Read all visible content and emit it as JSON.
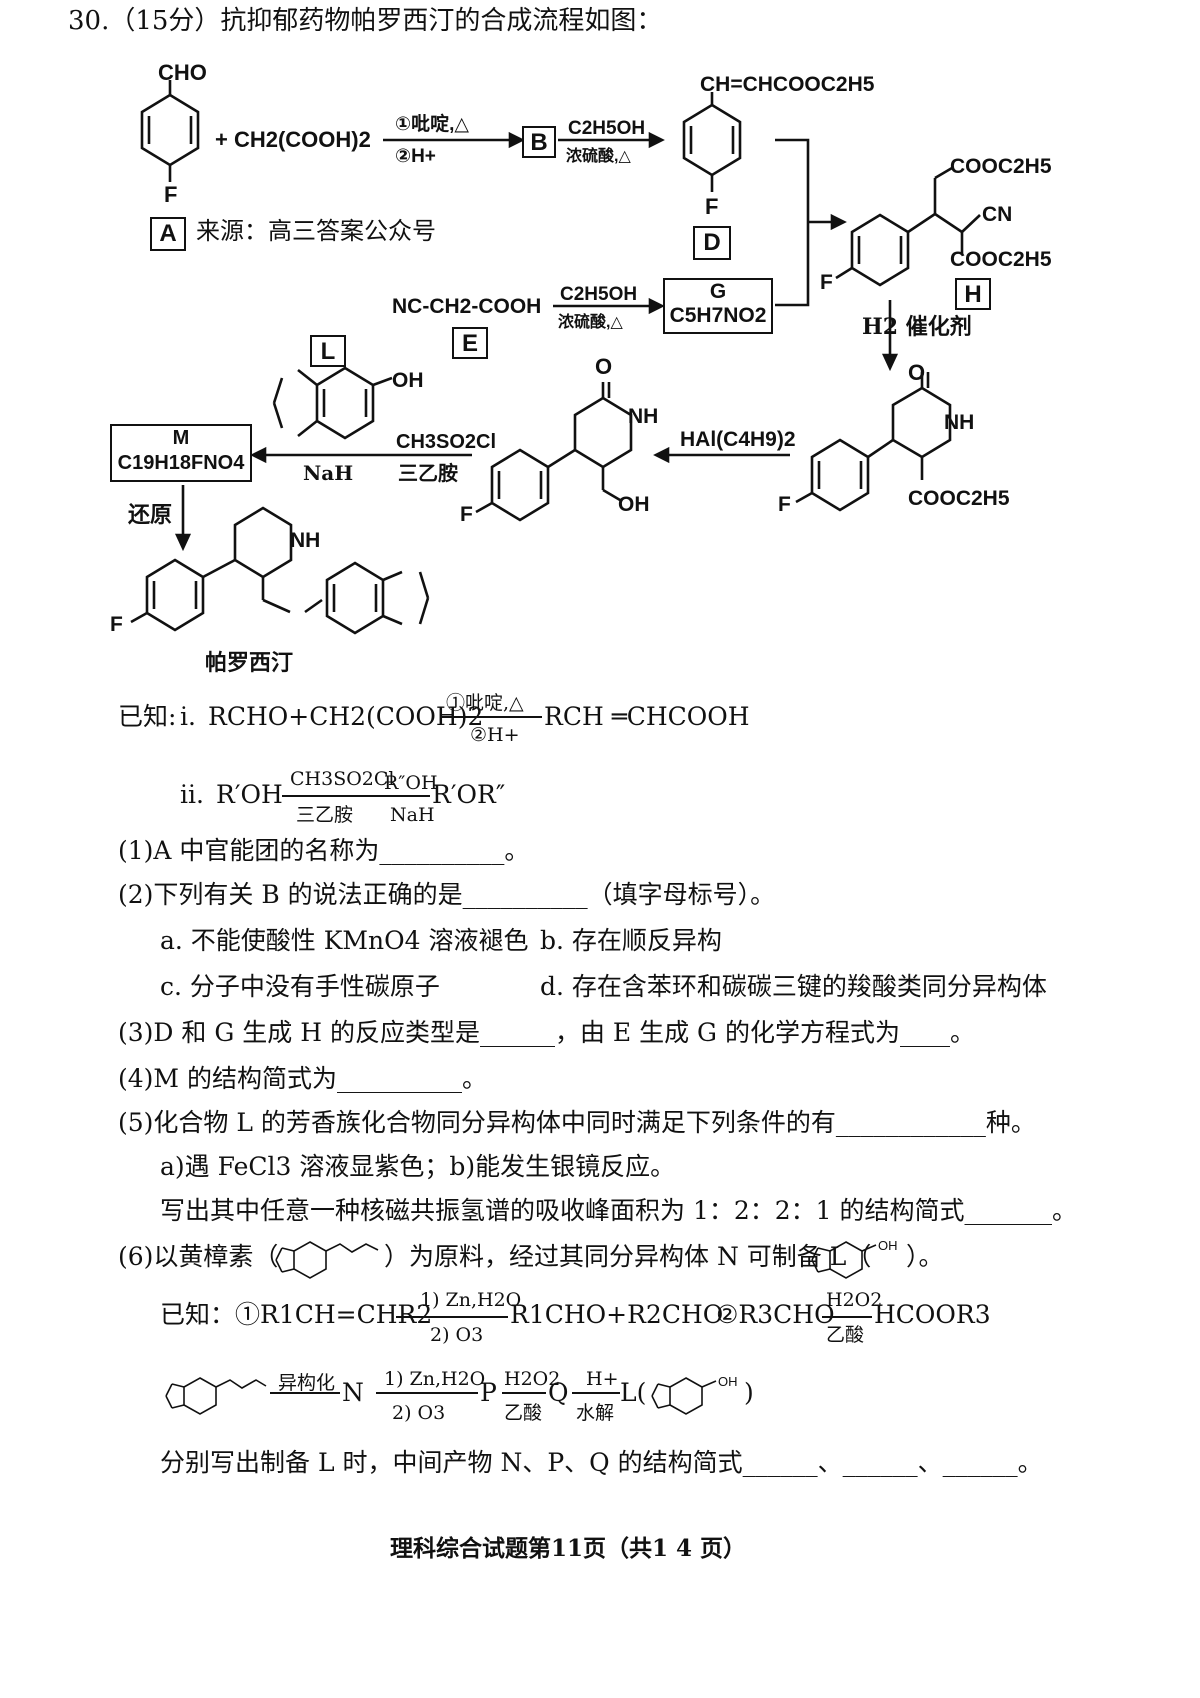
{
  "question": {
    "header": "30.（15分）抗抑郁药物帕罗西汀的合成流程如图：",
    "watermark": "来源：高三答案公众号"
  },
  "scheme": {
    "labels": {
      "A": "A",
      "B": "B",
      "D": "D",
      "E": "E",
      "H": "H",
      "L": "L",
      "G_name": "G",
      "G_formula": "C5H7NO2",
      "M_name": "M",
      "M_formula": "C19H18FNO4",
      "product": "帕罗西汀"
    },
    "reagents": {
      "malonic": "+ CH2(COOH)2",
      "step1_top": "①吡啶,△",
      "step1_bottom": "②H+",
      "ester_top": "C2H5OH",
      "ester_bottom": "浓硫酸,△",
      "e_to_g_top": "C2H5OH",
      "e_to_g_bottom": "浓硫酸,△",
      "hydrog": "H2 催化剂",
      "dibal": "HAl(C4H9)2",
      "mesyl_top": "CH3SO2Cl",
      "mesyl_bottom": "三乙胺",
      "nah": "NaH",
      "reduce": "还原"
    },
    "groups": {
      "cho": "CHO",
      "f": "F",
      "d_chain": "CH=CHCOOC2H5",
      "cooet": "COOC2H5",
      "cn": "CN",
      "nh": "NH",
      "o": "O",
      "oh": "OH",
      "e_formula": "NC-CH2-COOH"
    }
  },
  "known": {
    "title": "已知:",
    "i_label": "i.",
    "i_left": "RCHO+CH2(COOH)2",
    "i_top": "①吡啶,△",
    "i_bottom": "②H+",
    "i_right": "RCH ═CHCOOH",
    "ii_label": "ii.",
    "ii_left": "R′OH",
    "ii_top1": "CH3SO2Cl",
    "ii_bottom1": "三乙胺",
    "ii_top2": "R″OH",
    "ii_bottom2": "NaH",
    "ii_right": "R′OR″"
  },
  "questions": {
    "q1": "(1)A 中官能团的名称为__________。",
    "q2": "(2)下列有关 B 的说法正确的是__________（填字母标号）。",
    "q2a": "a. 不能使酸性 KMnO4 溶液褪色",
    "q2b": "b. 存在顺反异构",
    "q2c": "c. 分子中没有手性碳原子",
    "q2d": "d. 存在含苯环和碳碳三键的羧酸类同分异构体",
    "q3": "(3)D 和 G 生成 H 的反应类型是______，由 E 生成 G 的化学方程式为____。",
    "q4": "(4)M 的结构简式为__________。",
    "q5": "(5)化合物 L 的芳香族化合物同分异构体中同时满足下列条件的有____________种。",
    "q5cond": "a)遇 FeCl3 溶液显紫色；b)能发生银镜反应。",
    "q5b": "写出其中任意一种核磁共振氢谱的吸收峰面积为 1：2：2：1 的结构简式_______。",
    "q6a": "(6)以黄樟素（",
    "q6b": "）为原料，经过其同分异构体 N 可制备 L（",
    "q6c": "）。",
    "q6known": "已知：①R1CH=CHR2",
    "q6k_top": "1) Zn,H2O",
    "q6k_bottom": "2) O3",
    "q6k_right": "R1CHO+R2CHO",
    "q6k2_left": "②R3CHO",
    "q6k2_top": "H2O2",
    "q6k2_bottom": "乙酸",
    "q6k2_right": "HCOOR3",
    "route_isom": "异构化",
    "route_N": "N",
    "route_top": "1) Zn,H2O",
    "route_bottom": "2) O3",
    "route_P": "P",
    "route_h2o2": "H2O2",
    "route_acid": "乙酸",
    "route_Q": "Q",
    "route_hplus": "H+",
    "route_hydro": "水解",
    "route_L": "L(",
    "route_close": ")",
    "q6final": "分别写出制备 L 时，中间产物 N、P、Q 的结构简式______、______、______。"
  },
  "footer": "理科综合试题第11页（共1 4 页）"
}
